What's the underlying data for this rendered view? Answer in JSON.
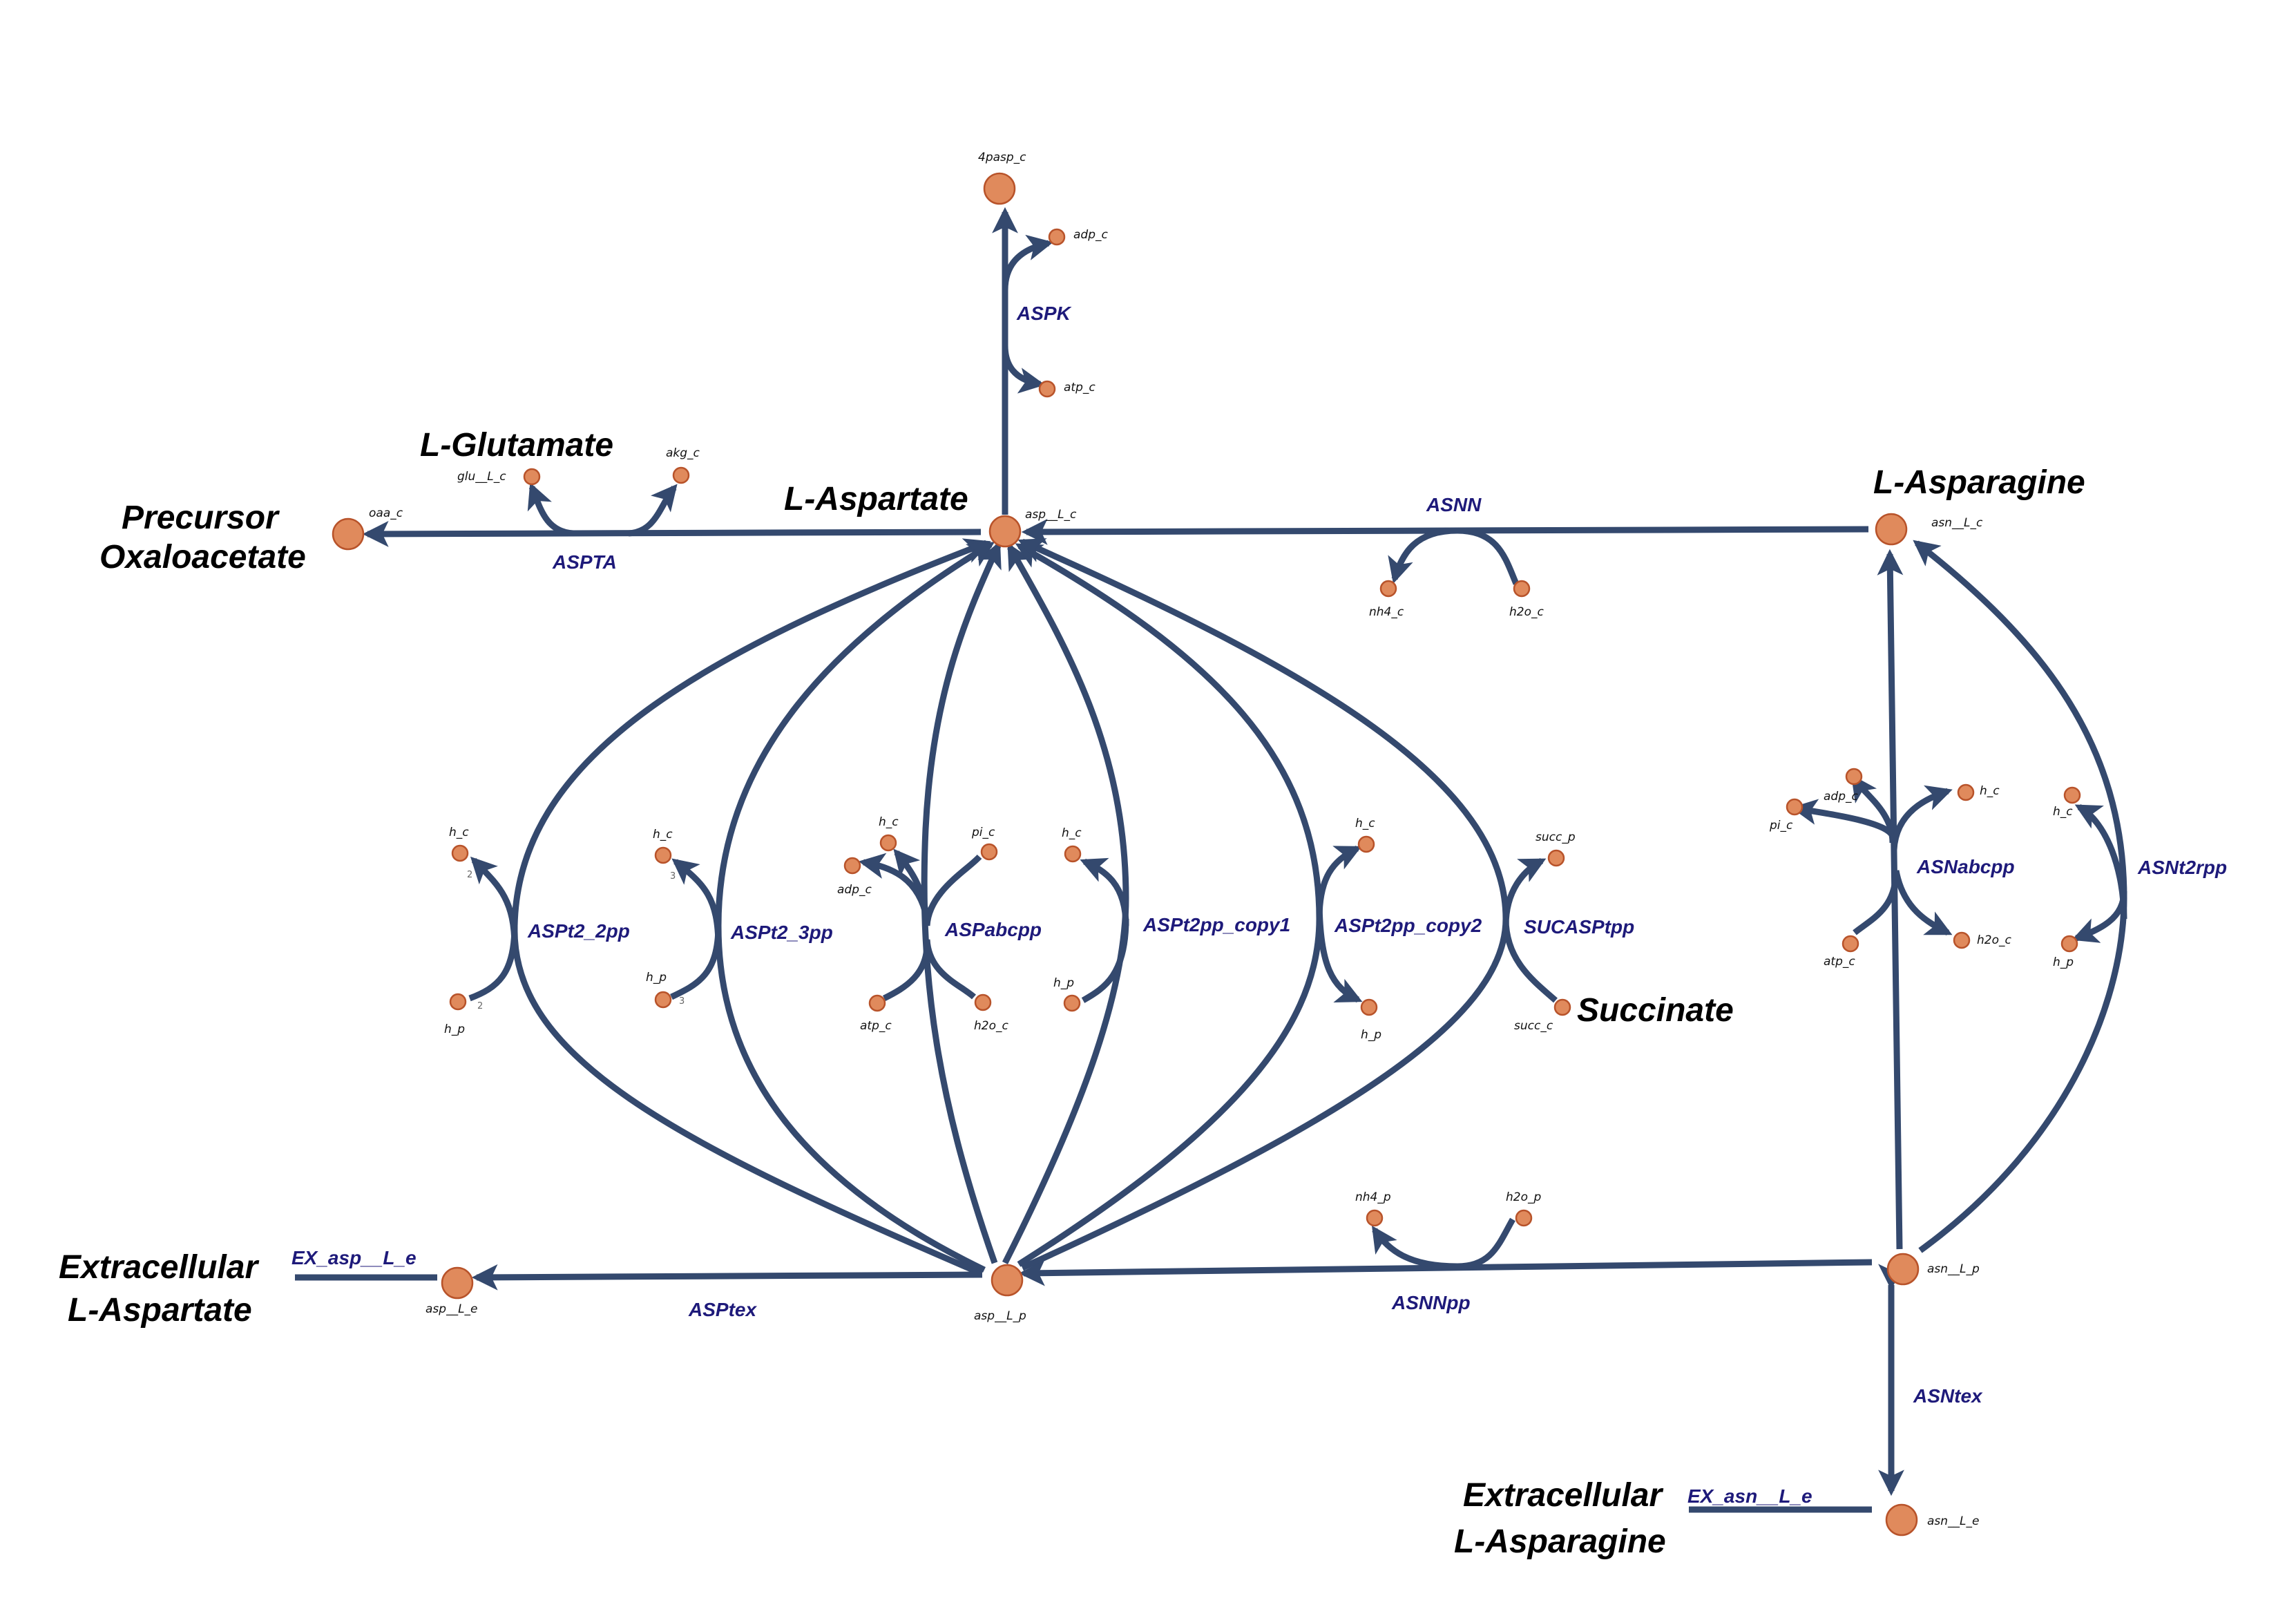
{
  "colors": {
    "edge": "#34496e",
    "node_fill": "#e08a5c",
    "node_stroke": "#b8532a",
    "reaction_label": "#1e1a7a",
    "title": "#000000"
  },
  "titles": {
    "l_glutamate": "L-Glutamate",
    "precursor": "Precursor",
    "oxaloacetate": "Oxaloacetate",
    "l_aspartate": "L-Aspartate",
    "l_asparagine": "L-Asparagine",
    "succinate": "Succinate",
    "extracellular_1": "Extracellular",
    "l_aspartate_ext": "L-Aspartate",
    "extracellular_2": "Extracellular",
    "l_asparagine_ext": "L-Asparagine"
  },
  "metabolites": {
    "pasp4_c": "4pasp_c",
    "adp_c_aspk": "adp_c",
    "atp_c_aspk": "atp_c",
    "glu_c": "glu__L_c",
    "akg_c": "akg_c",
    "oaa_c": "oaa_c",
    "asp_c": "asp__L_c",
    "asn_c": "asn__L_c",
    "nh4_c": "nh4_c",
    "h2o_c_asnn": "h2o_c",
    "h_c_22": "h_c",
    "h_p_22": "h_p",
    "h_c_23": "h_c",
    "h_p_23": "h_p",
    "h_c_abc": "h_c",
    "pi_c_abc": "pi_c",
    "adp_c_abc": "adp_c",
    "atp_c_abc": "atp_c",
    "h2o_c_abc": "h2o_c",
    "h_c_cp1": "h_c",
    "h_p_cp1": "h_p",
    "h_c_cp2": "h_c",
    "h_p_cp2": "h_p",
    "succ_p": "succ_p",
    "succ_c": "succ_c",
    "adp_c_asnabc": "adp_c",
    "pi_c_asnabc": "pi_c",
    "h_c_asnabc": "h_c",
    "atp_c_asnabc": "atp_c",
    "h2o_c_asnabc": "h2o_c",
    "h_c_asnt2": "h_c",
    "h_p_asnt2": "h_p",
    "nh4_p": "nh4_p",
    "h2o_p": "h2o_p",
    "asp_e": "asp__L_e",
    "asp_p": "asp__L_p",
    "asn_p": "asn__L_p",
    "asn_e": "asn__L_e"
  },
  "reactions": {
    "aspk": "ASPK",
    "aspta": "ASPTA",
    "asnn": "ASNN",
    "aspt2_2pp": "ASPt2_2pp",
    "aspt2_3pp": "ASPt2_3pp",
    "aspabcpp": "ASPabcpp",
    "aspt2pp_copy1": "ASPt2pp_copy1",
    "aspt2pp_copy2": "ASPt2pp_copy2",
    "sucasptpp": "SUCASPtpp",
    "asnabcpp": "ASNabcpp",
    "asnt2rpp": "ASNt2rpp",
    "ex_asp": "EX_asp__L_e",
    "asptex": "ASPtex",
    "asnnpp": "ASNNpp",
    "asntex": "ASNtex",
    "ex_asn": "EX_asn__L_e"
  },
  "coefficients": {
    "c2": "2",
    "c3": "3"
  }
}
